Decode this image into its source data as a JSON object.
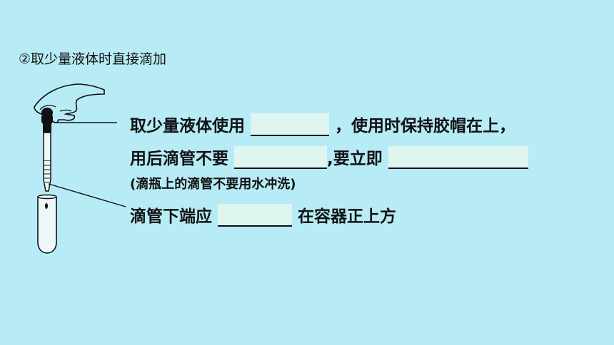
{
  "heading": "②取少量液体时直接滴加",
  "lines": {
    "line1_a": "取少量液体使用",
    "line1_b": "，使用时保持胶帽在上，",
    "line2_a": "用后滴管不要",
    "line2_b": ",要立即",
    "line3": "(滴瓶上的滴管不要用水冲洗)",
    "line4_a": "滴管下端应",
    "line4_b": "在容器正上方"
  }
}
